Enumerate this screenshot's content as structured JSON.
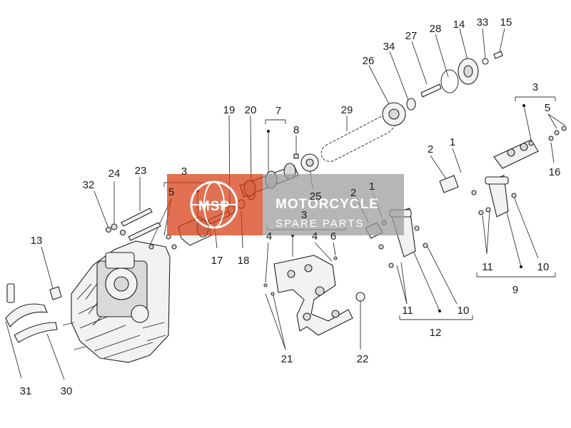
{
  "watermark": {
    "logo_text": "MSP",
    "brand": "MOTORCYCLE",
    "tagline": "SPARE PARTS"
  },
  "callouts": [
    {
      "id": "c15",
      "text": "15"
    },
    {
      "id": "c33",
      "text": "33"
    },
    {
      "id": "c14",
      "text": "14"
    },
    {
      "id": "c28",
      "text": "28"
    },
    {
      "id": "c27",
      "text": "27"
    },
    {
      "id": "c34",
      "text": "34"
    },
    {
      "id": "c26",
      "text": "26"
    },
    {
      "id": "c29",
      "text": "29"
    },
    {
      "id": "c19",
      "text": "19"
    },
    {
      "id": "c20",
      "text": "20"
    },
    {
      "id": "c7",
      "text": "7"
    },
    {
      "id": "c8",
      "text": "8"
    },
    {
      "id": "c3a",
      "text": "3"
    },
    {
      "id": "c3b",
      "text": "3"
    },
    {
      "id": "c3c",
      "text": "3"
    },
    {
      "id": "c5a",
      "text": "5"
    },
    {
      "id": "c5b",
      "text": "5"
    },
    {
      "id": "c24",
      "text": "24"
    },
    {
      "id": "c23",
      "text": "23"
    },
    {
      "id": "c32",
      "text": "32"
    },
    {
      "id": "c25",
      "text": "25"
    },
    {
      "id": "c2a",
      "text": "2"
    },
    {
      "id": "c1a",
      "text": "1"
    },
    {
      "id": "c2b",
      "text": "2"
    },
    {
      "id": "c1b",
      "text": "1"
    },
    {
      "id": "c16",
      "text": "16"
    },
    {
      "id": "c17",
      "text": "17"
    },
    {
      "id": "c18",
      "text": "18"
    },
    {
      "id": "c4a",
      "text": "4"
    },
    {
      "id": "c4b",
      "text": "4"
    },
    {
      "id": "c6",
      "text": "6"
    },
    {
      "id": "c13",
      "text": "13"
    },
    {
      "id": "c11a",
      "text": "11"
    },
    {
      "id": "c10a",
      "text": "10"
    },
    {
      "id": "c9",
      "text": "9"
    },
    {
      "id": "c11b",
      "text": "11"
    },
    {
      "id": "c10b",
      "text": "10"
    },
    {
      "id": "c12",
      "text": "12"
    },
    {
      "id": "c21",
      "text": "21"
    },
    {
      "id": "c22",
      "text": "22"
    },
    {
      "id": "c31",
      "text": "31"
    },
    {
      "id": "c30",
      "text": "30"
    }
  ]
}
